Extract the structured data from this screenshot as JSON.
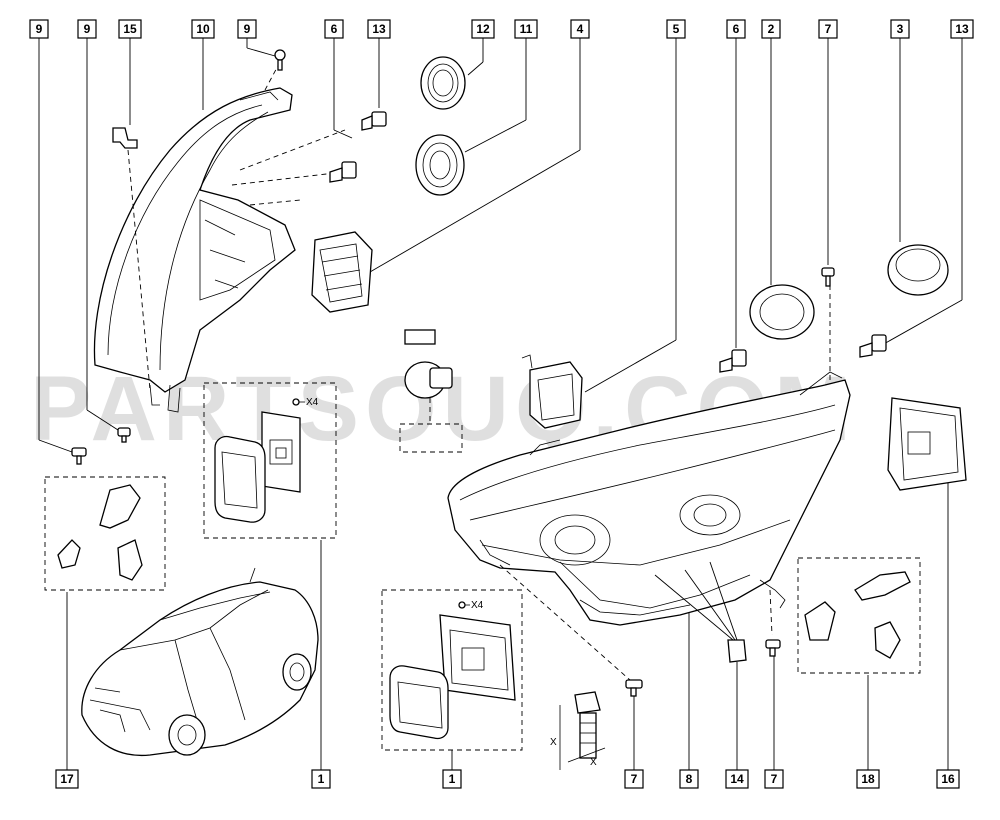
{
  "watermark": "PARTSOUQ.COM",
  "callouts_top": [
    "9",
    "9",
    "15",
    "10",
    "9",
    "6",
    "13",
    "12",
    "11",
    "4",
    "5",
    "6",
    "2",
    "7",
    "3",
    "13"
  ],
  "callouts_bottom": [
    "17",
    "1",
    "1",
    "7",
    "8",
    "14",
    "7",
    "18",
    "16"
  ],
  "annotations": {
    "multiplier_left": "X4",
    "multiplier_mid": "X4",
    "dim_x_vertical": "X",
    "dim_x_horizontal": "X"
  }
}
